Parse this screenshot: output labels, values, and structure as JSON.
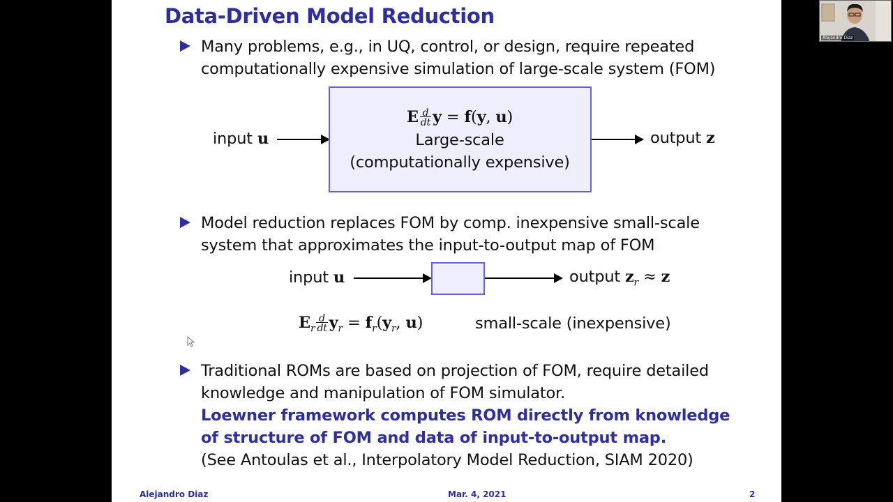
{
  "slide": {
    "title": "Data-Driven Model Reduction",
    "bullet1": {
      "line1": "Many problems, e.g., in UQ, control, or design, require repeated",
      "line2": "computationally expensive simulation of large-scale system (FOM)"
    },
    "diagram1": {
      "input_label": "input u",
      "equation": "E d/dt y = f(y, u)",
      "box_line1": "Large-scale",
      "box_line2": "(computationally expensive)",
      "output_label": "output z"
    },
    "bullet2": {
      "line1": "Model reduction replaces FOM by comp. inexpensive small-scale",
      "line2": "system that approximates the input-to-output map of FOM"
    },
    "diagram2": {
      "input_label": "input u",
      "output_label": "output z_r ≈ z",
      "equation": "E_r d/dt y_r = f_r(y_r, u)",
      "side_label": "small-scale (inexpensive)"
    },
    "bullet3": {
      "line1": "Traditional ROMs are based on projection of FOM, require detailed",
      "line2": "knowledge and manipulation of FOM simulator.",
      "highlight1": "Loewner framework computes ROM directly from knowledge",
      "highlight2": "of structure of FOM and data of input-to-output map.",
      "reference": "(See Antoulas et al., Interpolatory Model Reduction, SIAM 2020)"
    },
    "footer": {
      "author": "Alejandro Diaz",
      "date": "Mar. 4, 2021",
      "page": "2"
    }
  },
  "video": {
    "participant_name": "Alejandro Diaz"
  },
  "colors": {
    "accent": "#2e2ea0",
    "box_fill": "#eeeefc",
    "box_border": "#6b5fe0",
    "background": "#000000"
  }
}
